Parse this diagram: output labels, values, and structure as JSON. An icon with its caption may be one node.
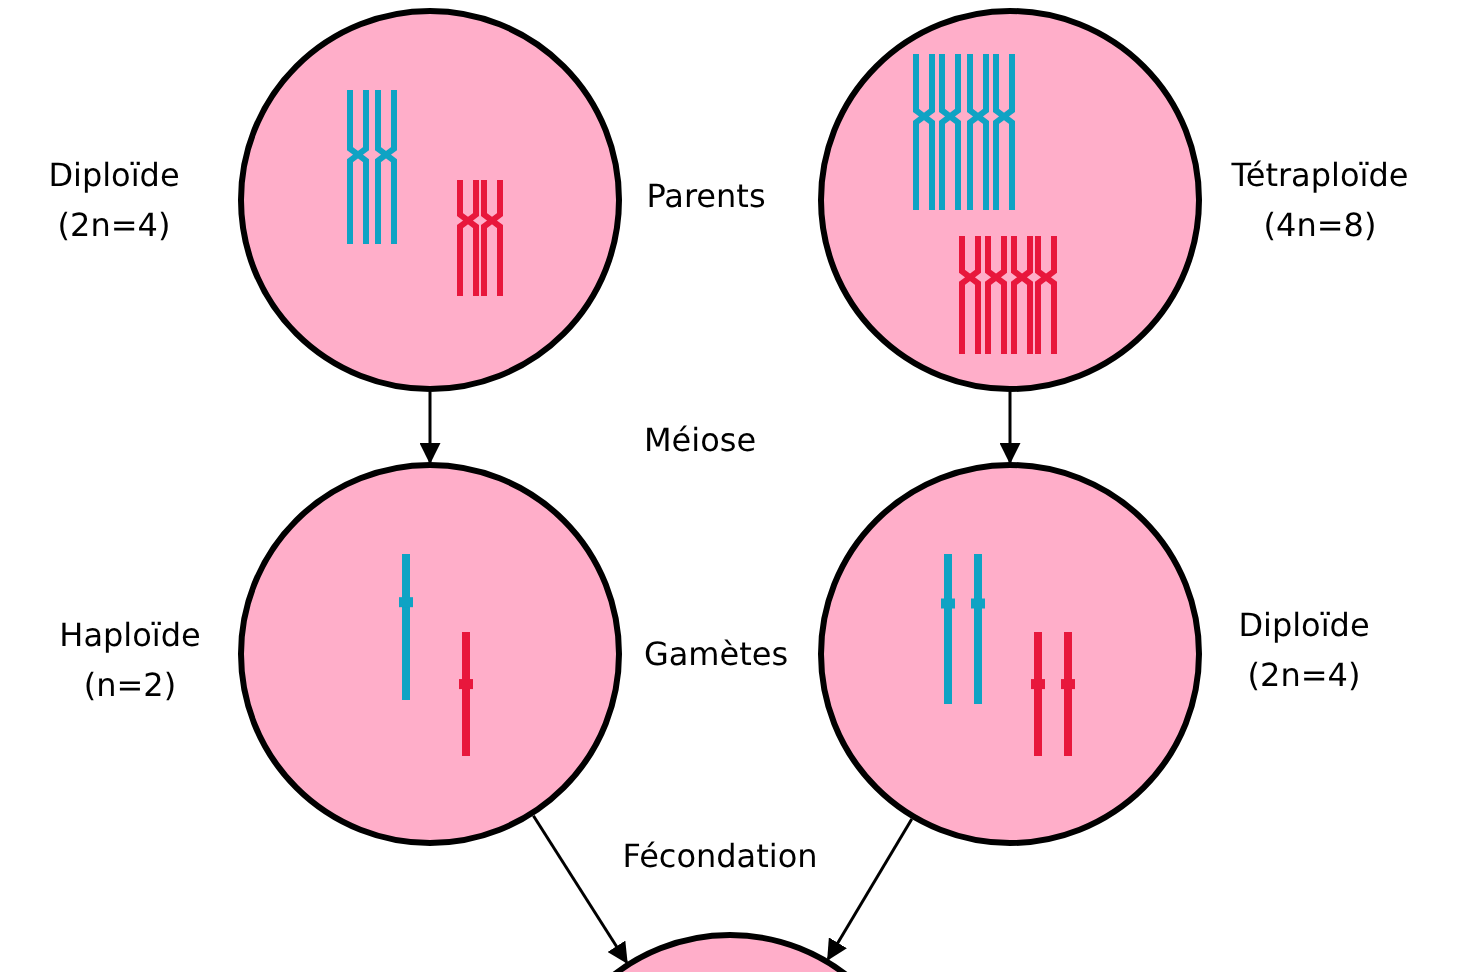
{
  "diagram": {
    "nodes": [
      {
        "text": [],
        "shape": "circle",
        "beside": [
          "Diploïde (2n=4)"
        ]
      },
      {
        "text": [],
        "shape": "circle",
        "beside": [
          "Tétraploïde (4n=8)"
        ]
      },
      {
        "text": [],
        "shape": "circle",
        "beside": [
          "Haploïde (n=2)"
        ]
      },
      {
        "text": [],
        "shape": "circle",
        "beside": [
          "Diploïde (2n=4)"
        ]
      },
      {
        "text": [],
        "shape": "circle"
      }
    ],
    "edges": [
      {
        "from": 0,
        "to": 2,
        "arrow": "to"
      },
      {
        "from": 1,
        "to": 3,
        "arrow": "to"
      },
      {
        "from": 2,
        "to": 4,
        "arrow": "to"
      },
      {
        "from": 3,
        "to": 4,
        "arrow": "to"
      }
    ],
    "labels": [
      "Parents",
      "Méiose",
      "Gamètes",
      "Fécondation"
    ]
  }
}
